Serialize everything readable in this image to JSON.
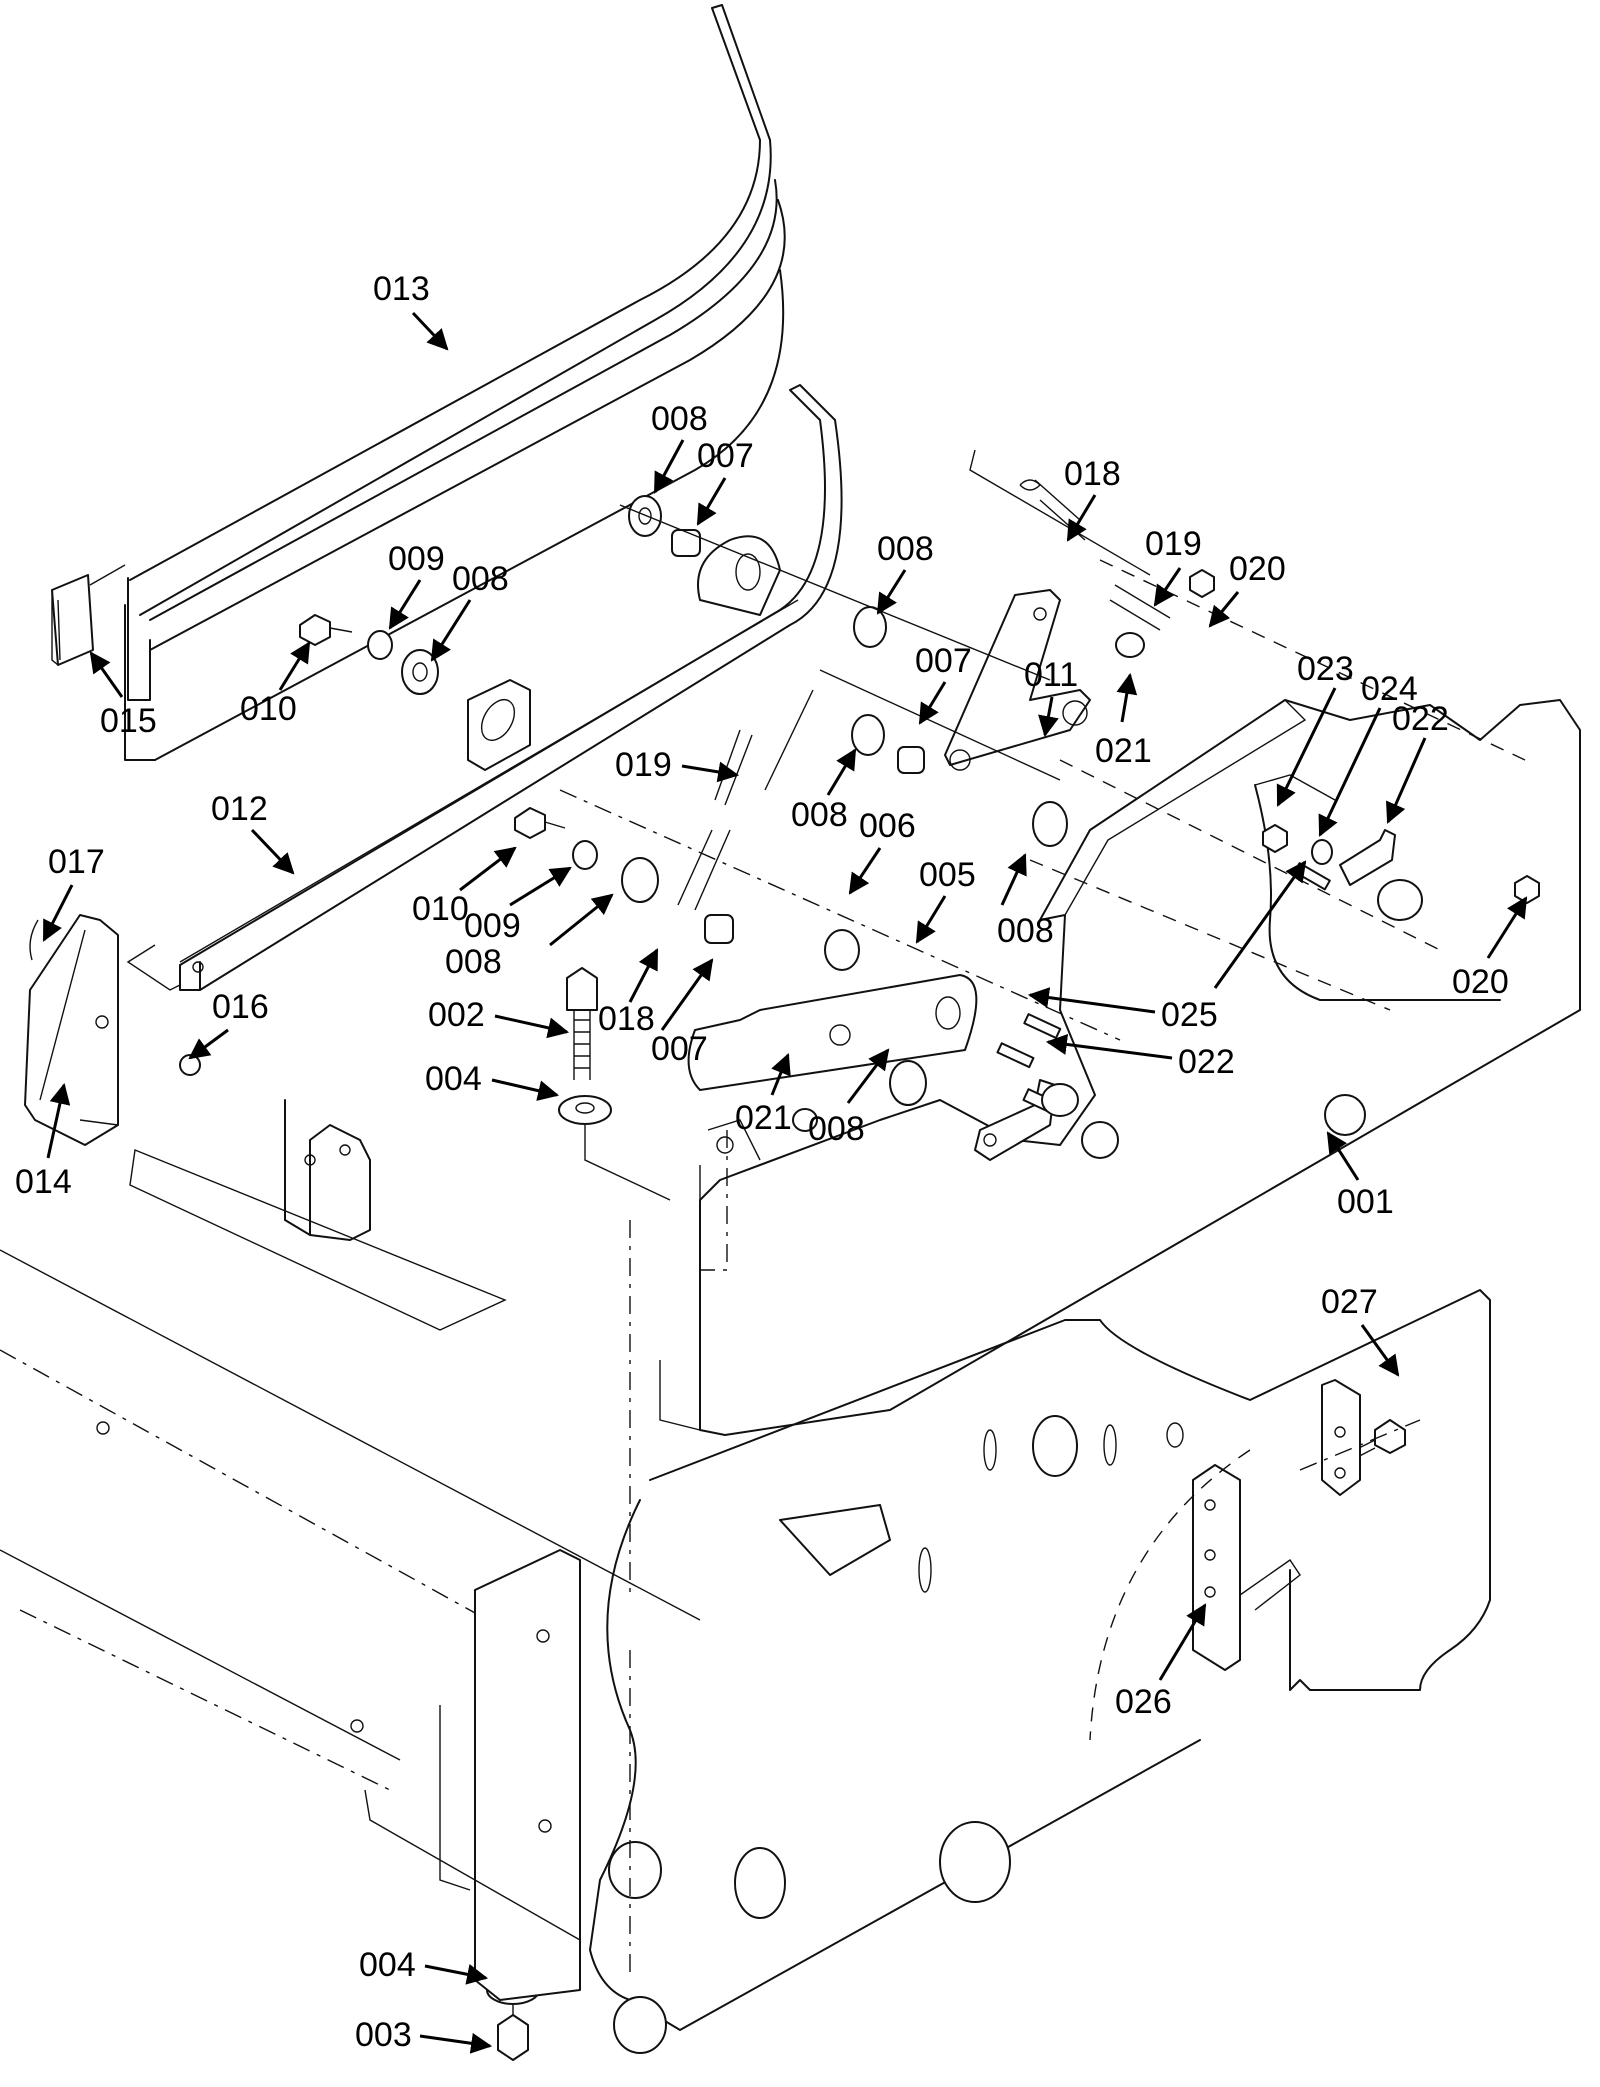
{
  "diagram": {
    "title": "Exploded parts view",
    "callouts": [
      {
        "id": "013",
        "label": "013"
      },
      {
        "id": "015",
        "label": "015"
      },
      {
        "id": "010a",
        "label": "010"
      },
      {
        "id": "009a",
        "label": "009"
      },
      {
        "id": "008a",
        "label": "008"
      },
      {
        "id": "008b",
        "label": "008"
      },
      {
        "id": "007a",
        "label": "007"
      },
      {
        "id": "018a",
        "label": "018"
      },
      {
        "id": "019a",
        "label": "019"
      },
      {
        "id": "020a",
        "label": "020"
      },
      {
        "id": "008c",
        "label": "008"
      },
      {
        "id": "007b",
        "label": "007"
      },
      {
        "id": "011",
        "label": "011"
      },
      {
        "id": "021a",
        "label": "021"
      },
      {
        "id": "023",
        "label": "023"
      },
      {
        "id": "024",
        "label": "024"
      },
      {
        "id": "022a",
        "label": "022"
      },
      {
        "id": "019b",
        "label": "019"
      },
      {
        "id": "008d",
        "label": "008"
      },
      {
        "id": "006",
        "label": "006"
      },
      {
        "id": "005",
        "label": "005"
      },
      {
        "id": "012",
        "label": "012"
      },
      {
        "id": "017",
        "label": "017"
      },
      {
        "id": "010b",
        "label": "010"
      },
      {
        "id": "009b",
        "label": "009"
      },
      {
        "id": "008e",
        "label": "008"
      },
      {
        "id": "002",
        "label": "002"
      },
      {
        "id": "004a",
        "label": "004"
      },
      {
        "id": "018b",
        "label": "018"
      },
      {
        "id": "007c",
        "label": "007"
      },
      {
        "id": "008f",
        "label": "008"
      },
      {
        "id": "025",
        "label": "025"
      },
      {
        "id": "022b",
        "label": "022"
      },
      {
        "id": "020b",
        "label": "020"
      },
      {
        "id": "016",
        "label": "016"
      },
      {
        "id": "014",
        "label": "014"
      },
      {
        "id": "021b",
        "label": "021"
      },
      {
        "id": "008g",
        "label": "008"
      },
      {
        "id": "001",
        "label": "001"
      },
      {
        "id": "027",
        "label": "027"
      },
      {
        "id": "026",
        "label": "026"
      },
      {
        "id": "004b",
        "label": "004"
      },
      {
        "id": "003",
        "label": "003"
      }
    ]
  }
}
